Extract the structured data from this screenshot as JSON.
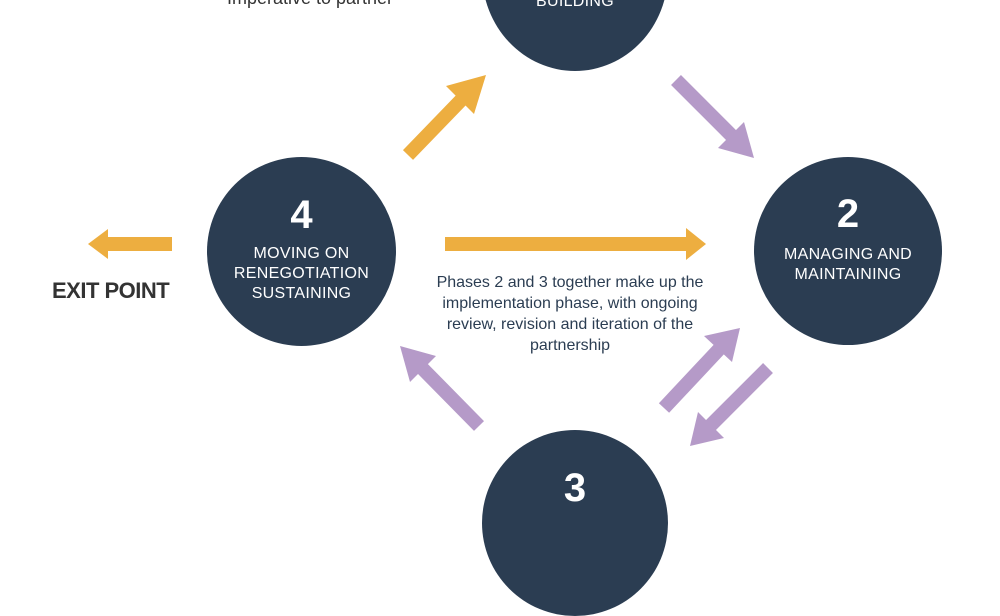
{
  "top_text": "Imperative to partner",
  "exit_label": "EXIT POINT",
  "phase_note": "Phases 2 and 3 together make up the implementation phase, with ongoing review, revision and iteration of the partnership",
  "phases": [
    {
      "label": "BUILDING"
    },
    {
      "number": "2",
      "label_lines": [
        "MANAGING AND",
        "MAINTAINING"
      ]
    },
    {
      "number": "3"
    },
    {
      "number": "4",
      "label_lines": [
        "MOVING ON",
        "RENEGOTIATION",
        "SUSTAINING"
      ]
    }
  ],
  "colors": {
    "circle": "#2b3d52",
    "arrow_orange": "#edae40",
    "arrow_purple": "#b59ac8",
    "text_dark": "#333333"
  }
}
